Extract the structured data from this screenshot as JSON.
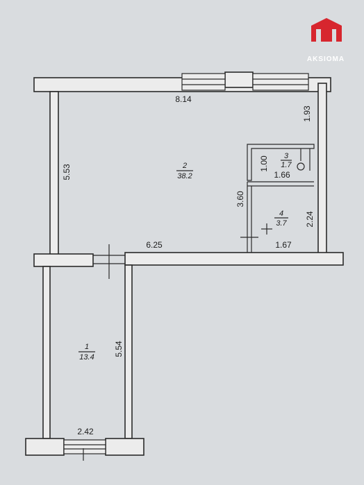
{
  "brand": {
    "name": "AKSIOMA",
    "color": "#d7262e"
  },
  "dimensions": {
    "top_width": "8.14",
    "right_upper": "1.93",
    "left_upper": "5.53",
    "bath_height": "1.00",
    "bath_width": "1.66",
    "partition": "3.60",
    "wc_height": "2.24",
    "wc_width": "1.67",
    "middle_width": "6.25",
    "lower_height": "5.54",
    "bottom_width": "2.42"
  },
  "rooms": [
    {
      "number": "1",
      "area": "13.4"
    },
    {
      "number": "2",
      "area": "38.2"
    },
    {
      "number": "3",
      "area": "1.7"
    },
    {
      "number": "4",
      "area": "3.7"
    }
  ]
}
